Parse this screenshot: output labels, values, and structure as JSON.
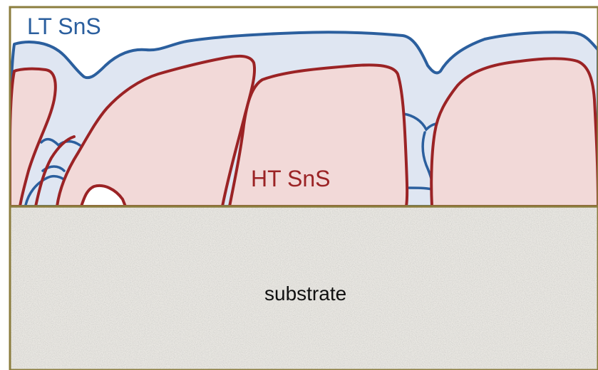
{
  "labels": {
    "lt_sns": "LT SnS",
    "ht_sns": "HT SnS",
    "substrate": "substrate"
  },
  "colors": {
    "frame": "#8b7d3e",
    "lt_fill": "#dfe6f2",
    "lt_stroke": "#2b5f9e",
    "ht_fill": "#f2d9d8",
    "ht_stroke": "#9b2325",
    "substrate_fill": "#e8e6e1",
    "label_lt": "#2b5f9e",
    "label_ht": "#9b2325",
    "label_substrate": "#111111"
  }
}
